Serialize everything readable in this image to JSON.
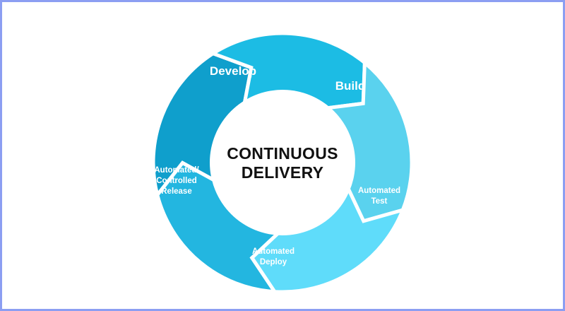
{
  "center": {
    "line1": "CONTINUOUS",
    "line2": "DELIVERY"
  },
  "stages": {
    "develop": {
      "label": "Develop",
      "color": "#0f9fcc"
    },
    "build": {
      "label": "Build",
      "color": "#1cbce4"
    },
    "test": {
      "line1": "Automated",
      "line2": "Test",
      "color": "#5ad2ee"
    },
    "deploy": {
      "line1": "Automated",
      "line2": "Deploy",
      "color": "#5fdcfa"
    },
    "release": {
      "line1": "Automated/",
      "line2": "Controlled",
      "line3": "Release",
      "color": "#23b6e0"
    }
  },
  "colors": {
    "frame": "#8c9ef2",
    "gap": "#ffffff",
    "center_fill": "#ffffff"
  }
}
